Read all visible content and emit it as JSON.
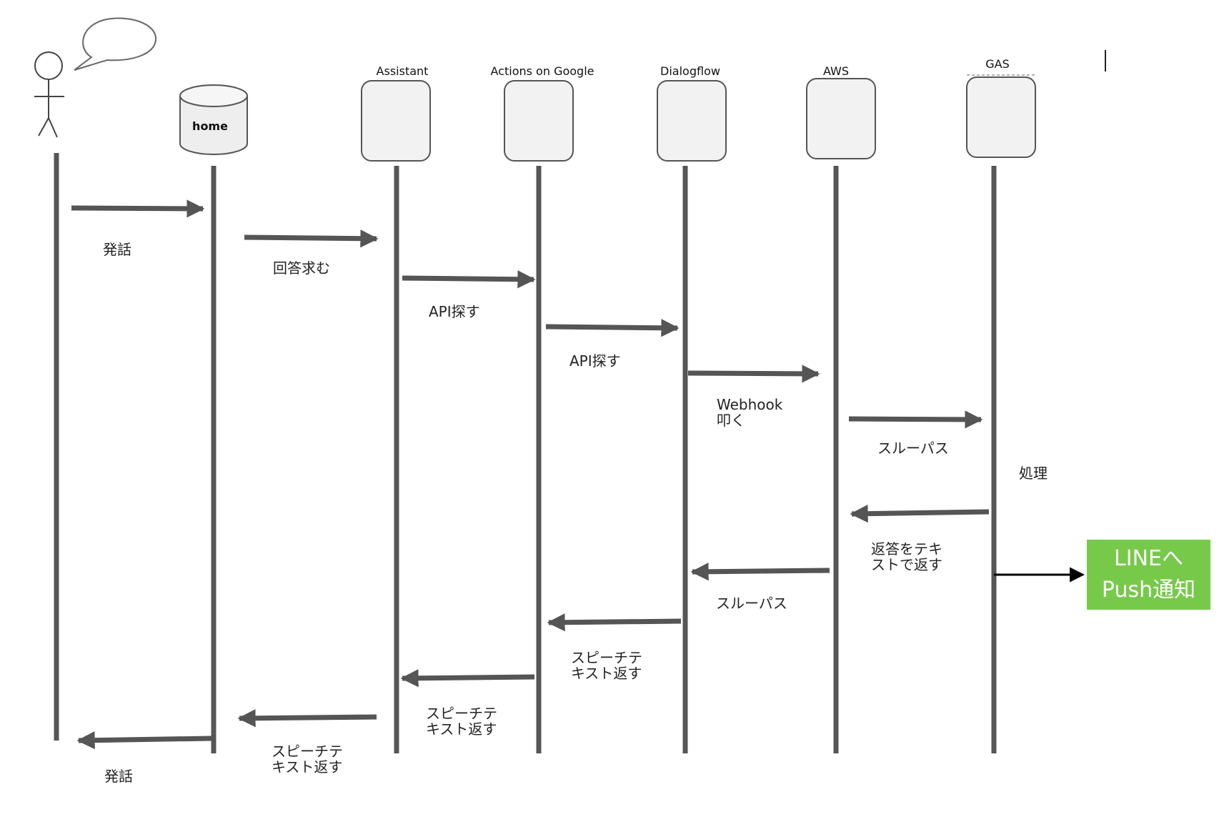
{
  "participants": [
    {
      "id": "user",
      "name": ""
    },
    {
      "id": "home",
      "name": "home"
    },
    {
      "id": "assistant",
      "name": "Assistant"
    },
    {
      "id": "aog",
      "name": "Actions on Google"
    },
    {
      "id": "dialogflow",
      "name": "Dialogflow"
    },
    {
      "id": "aws",
      "name": "AWS"
    },
    {
      "id": "gas",
      "name": "GAS"
    }
  ],
  "messages": [
    {
      "label": "発話"
    },
    {
      "label": "回答求む"
    },
    {
      "label": "API探す"
    },
    {
      "label": "API探す"
    },
    {
      "label": "Webhook\n叩く"
    },
    {
      "label": "スルーパス"
    },
    {
      "label": "処理"
    },
    {
      "label": "返答をテキ\nストで返す"
    },
    {
      "label": "スルーパス"
    },
    {
      "label": "スピーチテ\nキスト返す"
    },
    {
      "label": "スピーチテ\nキスト返す"
    },
    {
      "label": "スピーチテ\nキスト返す"
    },
    {
      "label": "発話"
    }
  ],
  "line_push": {
    "line1": "LINEへ",
    "line2": "Push通知"
  },
  "colors": {
    "lifeline": "#555555",
    "box_fill": "#f2f2f2",
    "box_stroke": "#555555",
    "badge": "#77c94a"
  }
}
